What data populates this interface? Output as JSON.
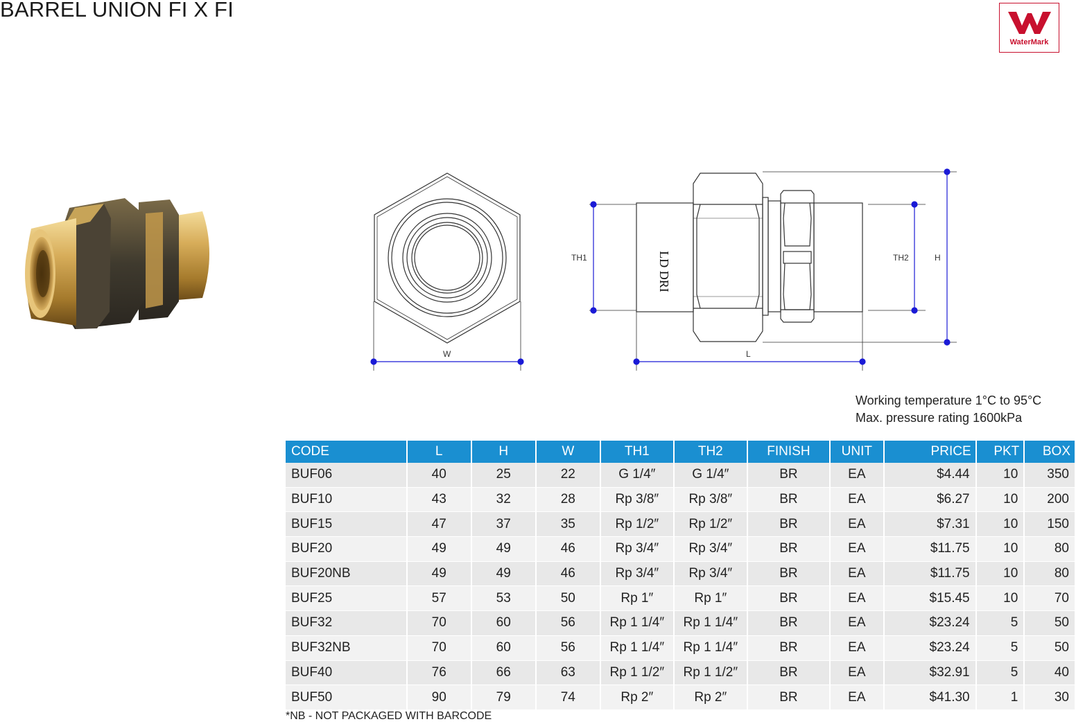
{
  "title": "BARREL UNION FI X FI",
  "logo": {
    "text": "WaterMark",
    "color": "#c8102e"
  },
  "drawing": {
    "labels": {
      "w": "W",
      "l": "L",
      "th1": "TH1",
      "th2": "TH2",
      "h": "H"
    },
    "body_marking": "LD DRI",
    "dimension_color": "#1a1ad6"
  },
  "specs": {
    "working_temperature": "Working temperature 1°C to 95°C",
    "max_pressure": "Max. pressure rating 1600kPa"
  },
  "table": {
    "header_color": "#1a8fd1",
    "headers": [
      "CODE",
      "L",
      "H",
      "W",
      "TH1",
      "TH2",
      "FINISH",
      "UNIT",
      "PRICE",
      "PKT",
      "BOX"
    ],
    "rows": [
      [
        "BUF06",
        "40",
        "25",
        "22",
        "G 1/4″",
        "G 1/4″",
        "BR",
        "EA",
        "$4.44",
        "10",
        "350"
      ],
      [
        "BUF10",
        "43",
        "32",
        "28",
        "Rp 3/8″",
        "Rp 3/8″",
        "BR",
        "EA",
        "$6.27",
        "10",
        "200"
      ],
      [
        "BUF15",
        "47",
        "37",
        "35",
        "Rp 1/2″",
        "Rp 1/2″",
        "BR",
        "EA",
        "$7.31",
        "10",
        "150"
      ],
      [
        "BUF20",
        "49",
        "49",
        "46",
        "Rp 3/4″",
        "Rp 3/4″",
        "BR",
        "EA",
        "$11.75",
        "10",
        "80"
      ],
      [
        "BUF20NB",
        "49",
        "49",
        "46",
        "Rp 3/4″",
        "Rp 3/4″",
        "BR",
        "EA",
        "$11.75",
        "10",
        "80"
      ],
      [
        "BUF25",
        "57",
        "53",
        "50",
        "Rp 1″",
        "Rp 1″",
        "BR",
        "EA",
        "$15.45",
        "10",
        "70"
      ],
      [
        "BUF32",
        "70",
        "60",
        "56",
        "Rp 1 1/4″",
        "Rp 1 1/4″",
        "BR",
        "EA",
        "$23.24",
        "5",
        "50"
      ],
      [
        "BUF32NB",
        "70",
        "60",
        "56",
        "Rp 1 1/4″",
        "Rp 1 1/4″",
        "BR",
        "EA",
        "$23.24",
        "5",
        "50"
      ],
      [
        "BUF40",
        "76",
        "66",
        "63",
        "Rp 1 1/2″",
        "Rp 1 1/2″",
        "BR",
        "EA",
        "$32.91",
        "5",
        "40"
      ],
      [
        "BUF50",
        "90",
        "79",
        "74",
        "Rp 2″",
        "Rp 2″",
        "BR",
        "EA",
        "$41.30",
        "1",
        "30"
      ]
    ]
  },
  "footnote": "*NB - NOT PACKAGED WITH BARCODE"
}
